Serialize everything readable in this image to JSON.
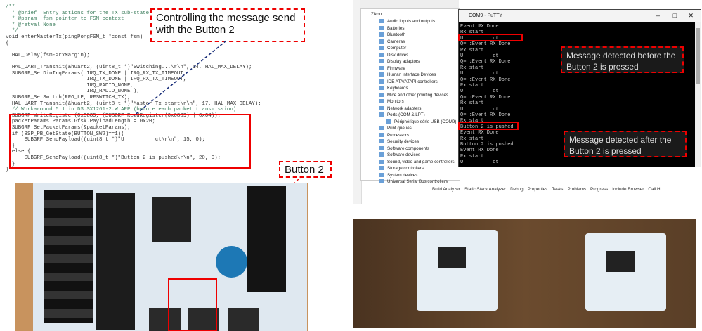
{
  "code": {
    "lines": [
      "/**",
      "  * @brief  Entry actions for the TX sub-state of the Master state",
      "  * @param  fsm pointer to FSM context",
      "  * @retval None",
      "  */",
      "void enterMasterTx(pingPongFSM_t *const fsm)",
      "{",
      "",
      "  HAL_Delay(fsm->rxMargin);",
      "",
      "  HAL_UART_Transmit(&huart2, (uint8_t *)\"Switching...\\r\\n\", 14, HAL_MAX_DELAY);",
      "  SUBGRF_SetDioIrqParams( IRQ_TX_DONE | IRQ_RX_TX_TIMEOUT,",
      "                          IRQ_TX_DONE | IRQ_RX_TX_TIMEOUT,",
      "                          IRQ_RADIO_NONE,",
      "                          IRQ_RADIO_NONE );",
      "  SUBGRF_SetSwitch(RFO_LP, RFSWITCH_TX);",
      "  HAL_UART_Transmit(&huart2, (uint8_t *)\"Master Tx start\\r\\n\", 17, HAL_MAX_DELAY);",
      "  // Workaround 5.1 in DS.SX1261-2.W.APP (before each packet transmission)",
      "  SUBGRF_WriteRegister(0x0889, (SUBGRF_ReadRegister(0x0889) | 0x04));",
      "  packetParams.Params.Gfsk.PayloadLength = 0x20;",
      "  SUBGRF_SetPacketParams(&packetParams);",
      "  if (BSP_PB_GetState(BUTTON_SW2)==1){",
      "      SUBGRF_SendPayload((uint8_t *)\"U          ct\\r\\n\", 15, 0);",
      "  }",
      "  else {",
      "      SUBGRF_SendPayload((uint8_t *)\"Button 2 is pushed\\r\\n\", 20, 0);",
      "  }",
      "}"
    ]
  },
  "callouts": {
    "controlling": "Controlling the message send with the Button 2",
    "button2": "Button 2",
    "before": "Message detected before the Button 2 is pressed",
    "after": "Message detected after the Button 2 is pressed"
  },
  "device_manager": {
    "root": "Zikoo",
    "items": [
      "Audio inputs and outputs",
      "Batteries",
      "Bluetooth",
      "Cameras",
      "Computer",
      "Disk drives",
      "Display adaptors",
      "Firmware",
      "Human Interface Devices",
      "IDE ATA/ATAPI controllers",
      "Keyboards",
      "Mice and other pointing devices",
      "Monitors",
      "Network adapters",
      "Ports (COM & LPT)",
      "Périphérique série USB (COM9)",
      "Print queues",
      "Processors",
      "Security devices",
      "Software components",
      "Software devices",
      "Sound, video and game controllers",
      "Storage controllers",
      "System devices",
      "Universal Serial Bus controllers"
    ]
  },
  "putty": {
    "title": "COM9 - PuTTY",
    "lines": [
      "Event RX Done",
      "Rx start",
      "U          ct",
      "Q≡ :Event RX Done",
      "Rx start",
      "U          ct",
      "Q≡ :Event RX Done",
      "Rx start",
      "U          ct",
      "Q≡ :Event RX Done",
      "Rx start",
      "U          ct",
      "Q≡ :Event RX Done",
      "Rx start",
      "U          ct",
      "Q≡ :Event RX Done",
      "Rx start",
      "Button 2 is pushed",
      "Event RX Done",
      "Rx start",
      "Button 2 is pushed",
      "Event RX Done",
      "Rx start",
      "U          ct"
    ]
  },
  "ide_toolbar": [
    "Build Analyzer",
    "Static Stack Analyzer",
    "Debug",
    "Properties",
    "Tasks",
    "Problems",
    "Progress",
    "Include Browser",
    "Call H"
  ],
  "colors": {
    "annotation": "#e00000",
    "arrow_blue": "#1a2f7a",
    "terminal_bg": "#000000"
  }
}
